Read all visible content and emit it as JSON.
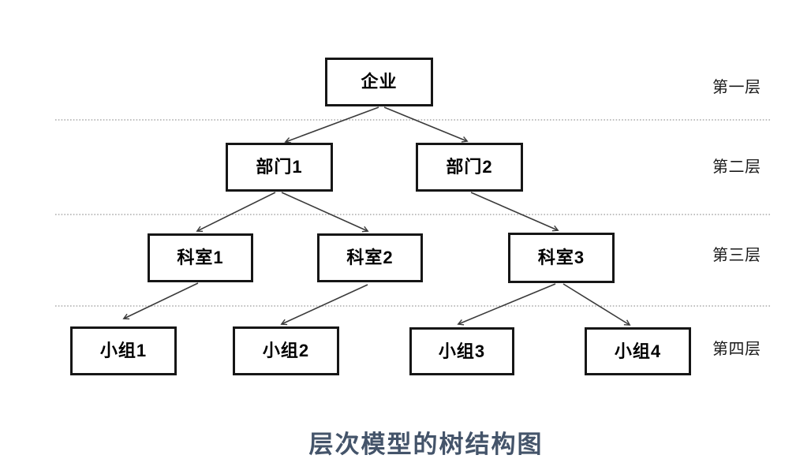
{
  "diagram": {
    "title": "层次模型的树结构图",
    "nodes": [
      {
        "id": "enterprise",
        "label": "企业",
        "level": 1
      },
      {
        "id": "dept-1",
        "label": "部门1",
        "level": 2
      },
      {
        "id": "dept-2",
        "label": "部门2",
        "level": 2
      },
      {
        "id": "section-1",
        "label": "科室1",
        "level": 3
      },
      {
        "id": "section-2",
        "label": "科室2",
        "level": 3
      },
      {
        "id": "section-3",
        "label": "科室3",
        "level": 3
      },
      {
        "id": "group-1",
        "label": "小组1",
        "level": 4
      },
      {
        "id": "group-2",
        "label": "小组2",
        "level": 4
      },
      {
        "id": "group-3",
        "label": "小组3",
        "level": 4
      },
      {
        "id": "group-4",
        "label": "小组4",
        "level": 4
      }
    ],
    "edges": [
      {
        "from": "enterprise",
        "to": "dept-1"
      },
      {
        "from": "enterprise",
        "to": "dept-2"
      },
      {
        "from": "dept-1",
        "to": "section-1"
      },
      {
        "from": "dept-1",
        "to": "section-2"
      },
      {
        "from": "dept-2",
        "to": "section-3"
      },
      {
        "from": "section-1",
        "to": "group-1"
      },
      {
        "from": "section-2",
        "to": "group-2"
      },
      {
        "from": "section-3",
        "to": "group-3"
      },
      {
        "from": "section-3",
        "to": "group-4"
      }
    ],
    "level_labels": [
      "第一层",
      "第二层",
      "第三层",
      "第四层"
    ],
    "colors": {
      "box_border": "#161616",
      "edge_line": "#3a3a3a",
      "separator": "#9a9a9a",
      "title_text": "#44546a"
    }
  }
}
